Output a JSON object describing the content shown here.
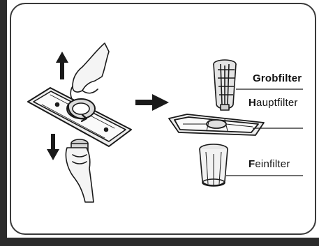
{
  "labels": {
    "coarse_filter": "Grobfilter",
    "main_filter_first": "H",
    "main_filter_rest": "auptfilter",
    "fine_filter_first": "F",
    "fine_filter_rest": "einfilter"
  },
  "colors": {
    "ink": "#1a1a1a",
    "frame": "#2b2b2b",
    "fill_light": "#e8e8e8"
  },
  "icons": [
    "arrow-up-icon",
    "arrow-down-icon",
    "arrow-right-icon",
    "rotate-icon"
  ]
}
